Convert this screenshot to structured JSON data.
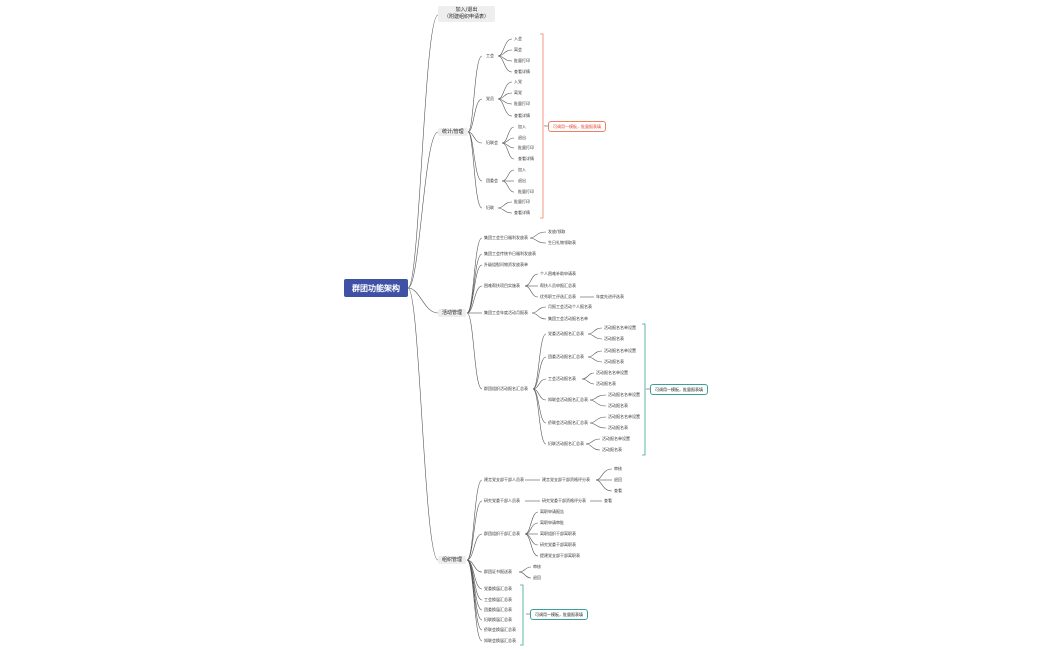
{
  "root": "群团功能架构",
  "top": {
    "line1": "加入/退出",
    "line2": "（附建组织申请表）"
  },
  "stats": {
    "label": "统计/管理",
    "union": {
      "label": "工会",
      "items": [
        "入会",
        "离会",
        "批量打印",
        "查看详情"
      ]
    },
    "party": {
      "label": "党员",
      "items": [
        "入党",
        "离党",
        "批量打印",
        "查看详情"
      ]
    },
    "women": {
      "label": "妇联会",
      "items": [
        "加入",
        "退出",
        "批量打印",
        "查看详情"
      ]
    },
    "youth": {
      "label": "团委会",
      "items": [
        "加入",
        "退出",
        "批量打印"
      ]
    },
    "other": {
      "label": "妇联",
      "items": [
        "批量打印",
        "查看详情"
      ]
    },
    "note": "可调用一模板，批量报表填"
  },
  "act": {
    "label": "活动管理",
    "a1": {
      "label": "集团工会生日福利发放表",
      "items": [
        "发放/领取",
        "生日礼物领取表"
      ]
    },
    "a2": "集团工会传统节日福利发放表",
    "a3": "升级组慰问物资发放表单",
    "a4": {
      "label": "困难帮扶项目实施表",
      "items": [
        "个人困难补助申请表",
        "帮扶人员申报汇总表"
      ],
      "sub": "优秀职工评选汇总表",
      "subsub": "年度先进评选表"
    },
    "a5": {
      "label": "集团工会年度活动月报表",
      "items": [
        "月报工会活动个人报名表",
        "集团工会活动报名名单"
      ]
    },
    "a6": {
      "label": "群团组织活动报名汇总表",
      "groups": [
        {
          "label": "党委活动报名汇总表",
          "items": [
            "活动报名名单设置",
            "活动报名表"
          ]
        },
        {
          "label": "团委活动报名汇总表",
          "items": [
            "活动报名名单设置",
            "活动报名表"
          ]
        },
        {
          "label": "工会活动报名表",
          "items": [
            "活动报名名单设置",
            "活动报名表"
          ]
        },
        {
          "label": "知联会活动报名汇总表",
          "items": [
            "活动报名名单设置",
            "活动报名表"
          ]
        },
        {
          "label": "侨联会活动报名汇总表",
          "items": [
            "活动报名名单设置",
            "活动报名表"
          ]
        },
        {
          "label": "妇联活动报名汇总表",
          "items": [
            "活动报名单设置",
            "活动报名表"
          ]
        }
      ]
    },
    "note": "可调用一模板，批量报表填"
  },
  "org": {
    "label": "组织管理",
    "o1": {
      "label": "建言党支部干部人员表",
      "mid": "建言党支部干部资格评分表",
      "items": [
        "审核",
        "退回",
        "查看"
      ]
    },
    "o2": {
      "label": "研究党委干部人员表",
      "mid": "研究党委干部资格评分表",
      "items": [
        "查看"
      ]
    },
    "o3": {
      "label": "群团组织干部汇总表",
      "items": [
        "离职申请报告",
        "离职申请审批",
        "离职组织干部离职表",
        "研究党委干部离职表",
        "提建党支部干部离职表"
      ]
    },
    "o4": {
      "label": "群团证书报送表",
      "items": [
        "审核",
        "退回"
      ]
    },
    "o5": [
      "党委换届汇总表",
      "工会换届汇总表",
      "团委换届汇总表",
      "妇联换届汇总表",
      "侨联会换届汇总表",
      "知联会换届汇总表"
    ],
    "note": "可调用一模板，批量报表填"
  }
}
